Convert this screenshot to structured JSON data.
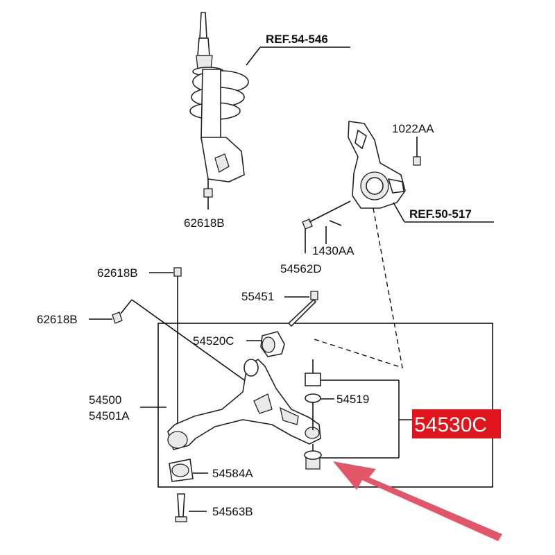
{
  "parts": {
    "ref_54_546": "REF.54-546",
    "ref_50_517": "REF.50-517",
    "p1022AA": "1022AA",
    "p62618B_strut": "62618B",
    "p1430AA": "1430AA",
    "p54562D": "54562D",
    "p62618B_a": "62618B",
    "p62618B_b": "62618B",
    "p55451": "55451",
    "p54520C": "54520C",
    "p54500": "54500",
    "p54501A": "54501A",
    "p54519": "54519",
    "p54584A": "54584A",
    "p54563B": "54563B"
  },
  "highlight": {
    "part_number": "54530C",
    "box_color": "#e0151b",
    "text_color": "#ffffff"
  },
  "arrow": {
    "color": "#e2566a"
  }
}
